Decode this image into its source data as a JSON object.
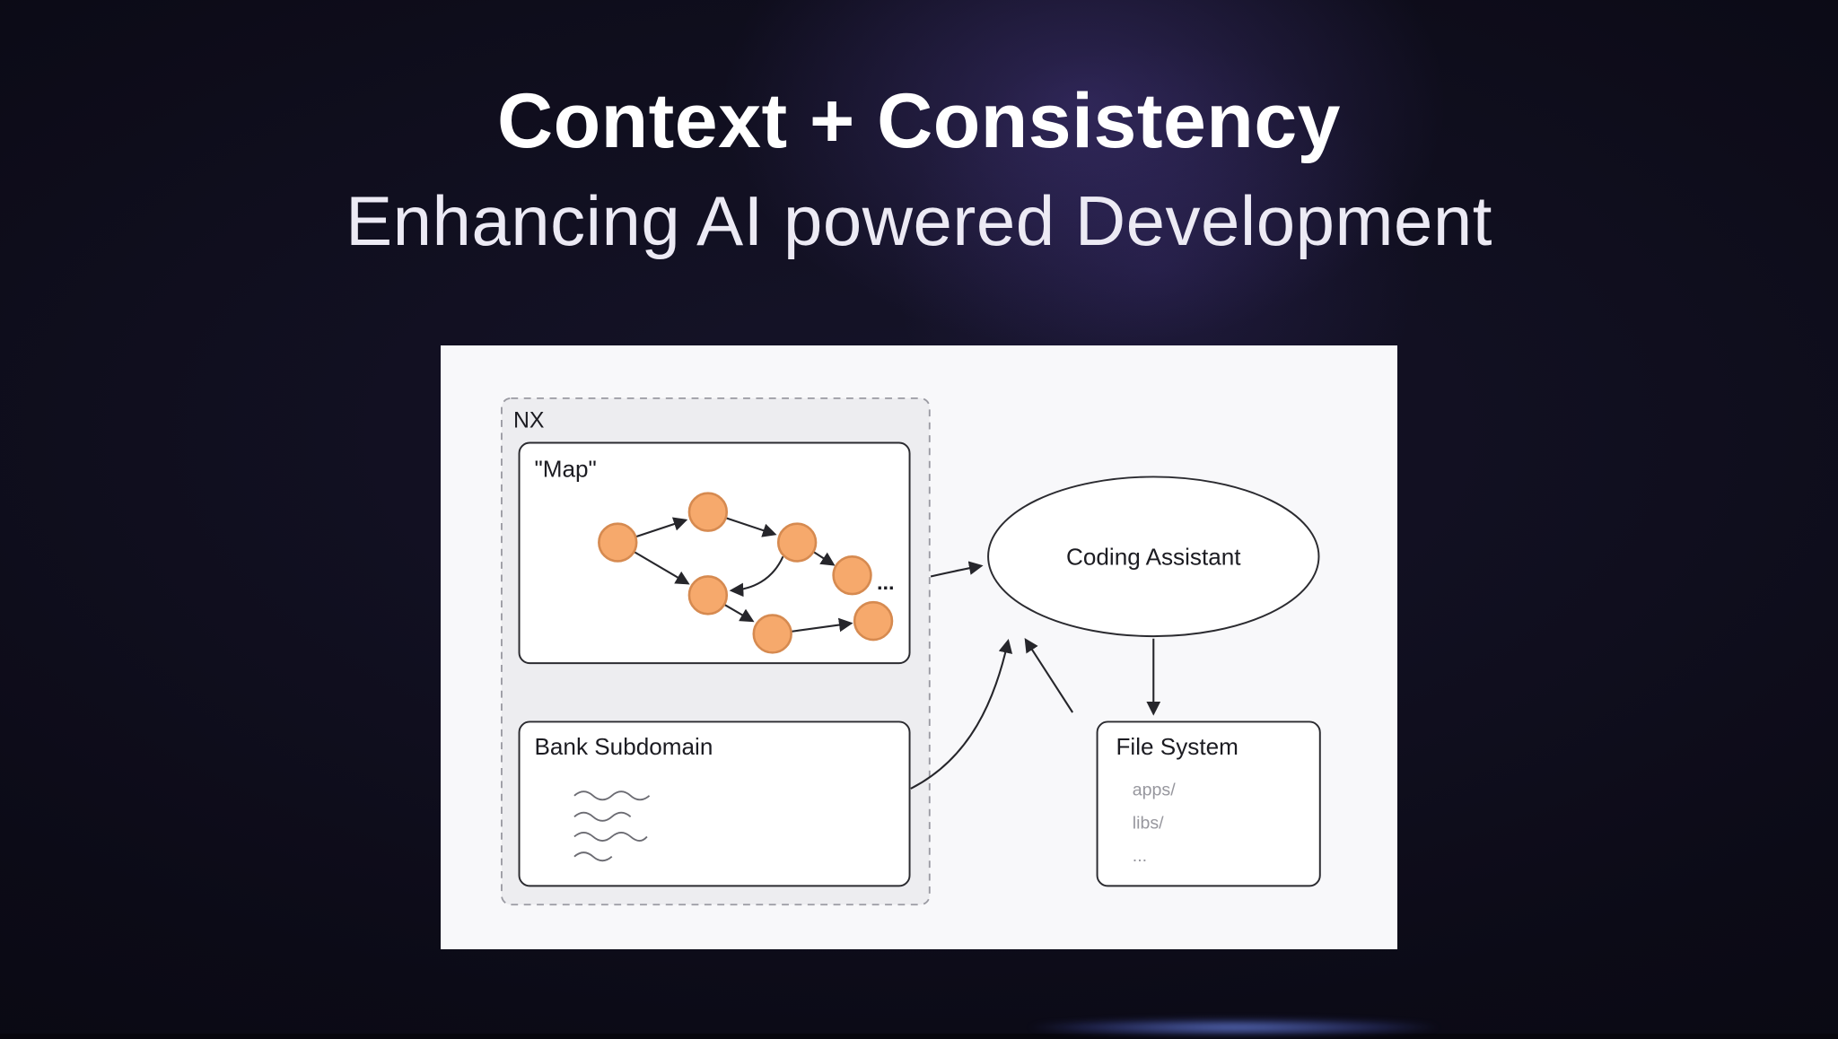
{
  "slide": {
    "title": "Context + Consistency",
    "subtitle": "Enhancing AI powered Development"
  },
  "diagram": {
    "nx": {
      "label": "NX"
    },
    "map": {
      "label": "\"Map\"",
      "ellipsis": "..."
    },
    "bank": {
      "label": "Bank Subdomain"
    },
    "assistant": {
      "label": "Coding Assistant"
    },
    "file_system": {
      "label": "File System",
      "entries": [
        "apps/",
        "libs/",
        "..."
      ]
    },
    "colors": {
      "node_fill": "#f6a96c",
      "node_stroke": "#d68a50",
      "panel_bg": "#f8f8fa",
      "accent_glow": "#6f58cd"
    }
  }
}
